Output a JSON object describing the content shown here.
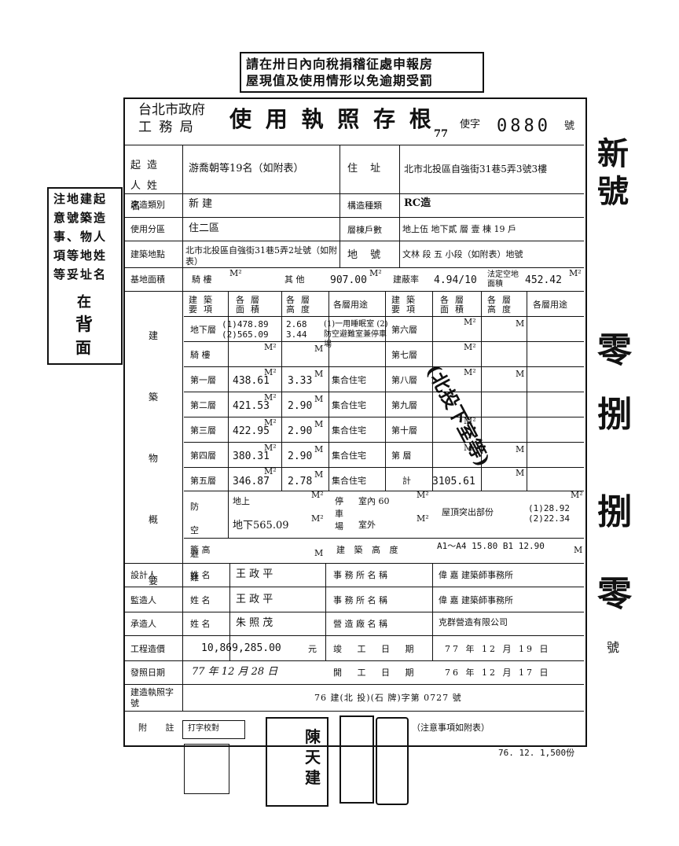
{
  "top_notice": [
    "請在卅日內向稅捐稽征處申報房",
    "屋現值及使用情形以免逾期受罰"
  ],
  "header": {
    "org_line1": "台北市政府",
    "org_line2": "工 務 局",
    "title": "使 用 執 照 存 根",
    "year": "77",
    "prefix": "使字",
    "number": "0880",
    "suffix": "號"
  },
  "left_notice": [
    "注地建起",
    "意號築造",
    "事、物人",
    "項等地姓",
    "等妥址名",
    "在",
    "背",
    "面"
  ],
  "right_stamp": [
    "新",
    "號",
    "零",
    "捌",
    "捌",
    "零",
    "號"
  ],
  "rows": {
    "builder_label": "起造人姓名",
    "builder_value": "游喬朝等19名（如附表）",
    "address_label": "住 址",
    "address_value": "北市北投區自強街31巷5弄3號3樓",
    "type_label": "建造類別",
    "type_value": "新 建",
    "structure_label": "構造種類",
    "structure_value": "RC造",
    "zone_label": "使用分區",
    "zone_value": "住二區",
    "floors_label": "層棟戶數",
    "floors_value": "地上伍 地下貳 層 壹 棟 19 戶",
    "site_label": "建築地點",
    "site_value": "北市北投區自強街31巷5弄2址號（如附表）",
    "lot_label": "地 號",
    "lot_value": "文林 段 五 小段（如附表）地號",
    "base_label": "基地面積",
    "base_arcade": "騎 樓",
    "base_other_label": "其 他",
    "base_other": "907.00",
    "coverage_label": "建蔽率",
    "coverage": "4.94/10",
    "legal_label": "法定空地面積",
    "legal_value": "452.42",
    "unit_m2": "M²",
    "unit_m": "M"
  },
  "floors_table": {
    "section_label": "建築物概要",
    "headers": [
      "建築要項",
      "各層面積",
      "各層高度",
      "各層用途",
      "建築要項",
      "各層面積",
      "各層高度",
      "各層用途"
    ],
    "left": [
      {
        "name": "地下層",
        "area": "(1)478.89 (2)565.09",
        "height": "2.68 3.44",
        "use": "(1)一用睡眠室 (2)防空避難室兼停車場"
      },
      {
        "name": "騎 樓",
        "area": "",
        "height": "",
        "use": ""
      },
      {
        "name": "第一層",
        "area": "438.61",
        "height": "3.33",
        "use": "集合住宅"
      },
      {
        "name": "第二層",
        "area": "421.53",
        "height": "2.90",
        "use": "集合住宅"
      },
      {
        "name": "第三層",
        "area": "422.95",
        "height": "2.90",
        "use": "集合住宅"
      },
      {
        "name": "第四層",
        "area": "380.31",
        "height": "2.90",
        "use": "集合住宅"
      },
      {
        "name": "第五層",
        "area": "346.87",
        "height": "2.78",
        "use": "集合住宅"
      }
    ],
    "right": [
      "第六層",
      "第七層",
      "第八層",
      "第九層",
      "第十層",
      "第 層",
      "計"
    ],
    "total": "3105.61",
    "shelter_label": "防空避難",
    "shelter_above": "地上",
    "shelter_below": "地下565.09",
    "parking_label": "停車場",
    "parking_in": "室內 60",
    "parking_out": "室外",
    "roof_label": "屋頂突出部份",
    "roof_value": "(1)28.92 (2)22.34",
    "eaves_label": "簷 高",
    "height_label": "建 築 高 度",
    "height_value": "A1～A4 15.80 B1 12.90"
  },
  "people": {
    "designer_label": "設計人",
    "designer_name": "王 政 平",
    "office_label": "事 務 所 名 稱",
    "designer_office": "偉 嘉 建築師事務所",
    "supervisor_label": "監造人",
    "supervisor_name": "王 政 平",
    "supervisor_office": "偉 嘉 建築師事務所",
    "contractor_label": "承造人",
    "contractor_name": "朱 照 茂",
    "factory_label": "營 造 廠 名 稱",
    "contractor_company": "克群營造有限公司",
    "name_label": "姓 名"
  },
  "bottom": {
    "cost_label": "工程造價",
    "cost_value": "10,869,285.00",
    "cost_unit": "元",
    "finish_label": "竣 工 日 期",
    "finish_value": "77 年 12 月 19 日",
    "issue_label": "發照日期",
    "issue_value": "77 年 12 月 28 日",
    "start_label": "開 工 日 期",
    "start_value": "76 年 12 月 17 日",
    "permit_label": "建造執照字號",
    "permit_value": "76 建(北 投)(石 牌)字第 0727 號",
    "note_label": "附 註",
    "note_stamp": "打字校對",
    "note_value": "（注意事項如附表）",
    "print_code": "76. 12. 1,500份",
    "seal_name": "陳天建",
    "diagonal_stamp": "(北投下室等)"
  }
}
